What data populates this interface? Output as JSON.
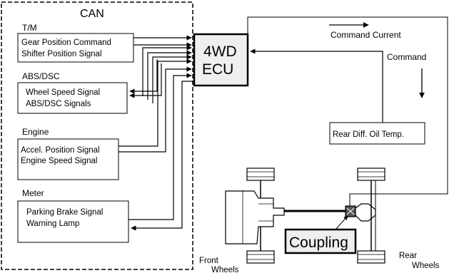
{
  "can": {
    "title": "CAN",
    "groups": [
      {
        "label": "T/M",
        "lines": [
          "Gear Position Command",
          "Shifter Position Signal"
        ]
      },
      {
        "label": "ABS/DSC",
        "lines": [
          "Wheel Speed Signal",
          "ABS/DSC Signals"
        ]
      },
      {
        "label": "Engine",
        "lines": [
          "Accel. Position Signal",
          "Engine Speed Signal"
        ]
      },
      {
        "label": "Meter",
        "lines": [
          "Parking Brake Signal",
          "Warning Lamp"
        ]
      }
    ]
  },
  "ecu": {
    "line1": "4WD",
    "line2": "ECU"
  },
  "legend": {
    "command_current": "Command Current",
    "command": "Command"
  },
  "sensor": {
    "label": "Rear Diff. Oil Temp."
  },
  "coupling": {
    "label": "Coupling"
  },
  "wheels": {
    "front": {
      "line1": "Front",
      "line2": "Wheels"
    },
    "rear": {
      "line1": "Rear",
      "line2": "Wheels"
    }
  }
}
